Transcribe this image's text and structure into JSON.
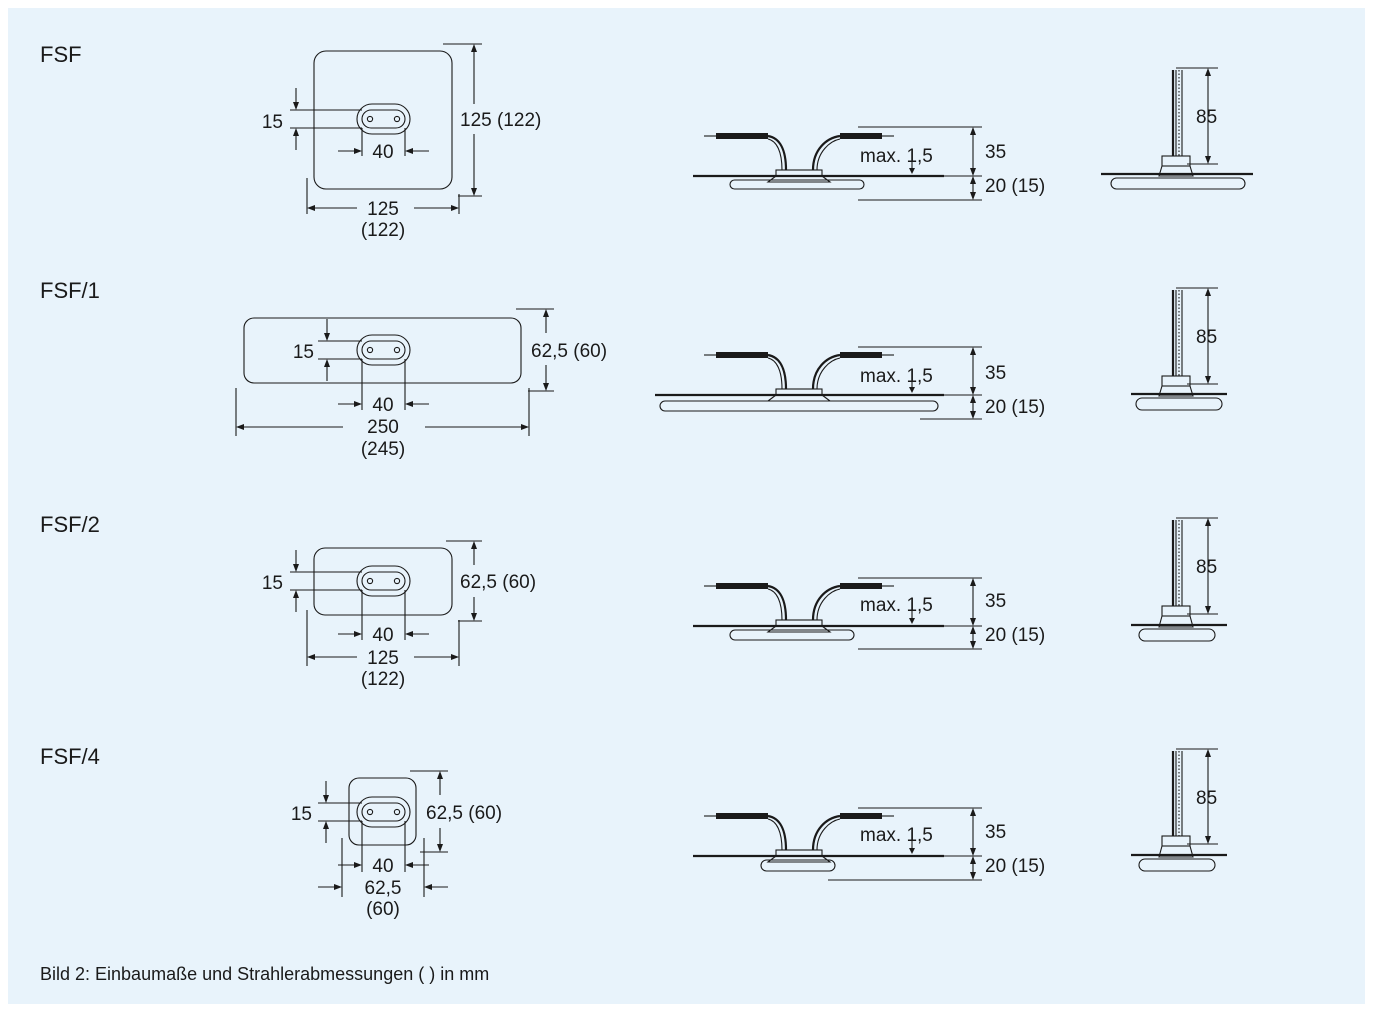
{
  "colors": {
    "panel": "#e8f3fb",
    "ink": "#1a1a1a"
  },
  "caption": "Bild 2: Einbaumaße und Strahlerabmessungen ( ) in mm",
  "side": {
    "max": "max. 1,5",
    "height": "35",
    "depth": "20 (15)"
  },
  "end": {
    "height": "85"
  },
  "rows": [
    {
      "title": "FSF",
      "hole": "15",
      "slot": "40",
      "width": "125",
      "width_alt": "(122)",
      "height": "125 (122)"
    },
    {
      "title": "FSF/1",
      "hole": "15",
      "slot": "40",
      "width": "250",
      "width_alt": "(245)",
      "height": "62,5 (60)"
    },
    {
      "title": "FSF/2",
      "hole": "15",
      "slot": "40",
      "width": "125",
      "width_alt": "(122)",
      "height": "62,5 (60)"
    },
    {
      "title": "FSF/4",
      "hole": "15",
      "slot": "40",
      "width": "62,5",
      "width_alt": "(60)",
      "height": "62,5 (60)"
    }
  ]
}
